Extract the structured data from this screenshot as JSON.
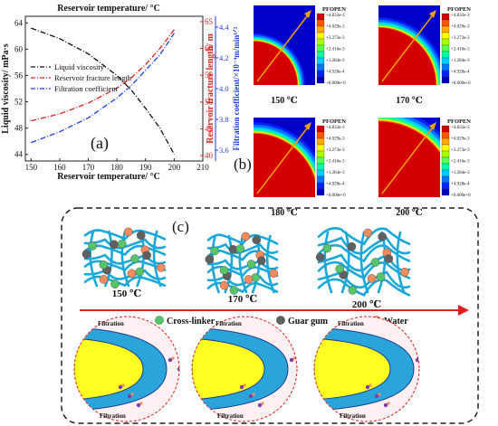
{
  "chart_data": {
    "type": "line",
    "title": "Reservoir temperature/ °C",
    "xlabel": "Reservoir temperature/ °C",
    "ylabel_left": "Liquid viscosity/ mPa·s",
    "ylabel_right1": "Reservoir fracture length/ m",
    "ylabel_right2": "Filtration coefficient/×10⁻⁴m/min¹ᐟ²",
    "x_ticks": [
      "150",
      "160",
      "170",
      "180",
      "190",
      "200",
      "210"
    ],
    "y_left_ticks": [
      "44",
      "48",
      "52",
      "56",
      "60",
      "64"
    ],
    "y_right1_ticks": [
      "40",
      "45",
      "50",
      "55",
      "60",
      "65"
    ],
    "y_right2_ticks": [
      "3.6",
      "3.8",
      "4.0",
      "4.2",
      "4.4"
    ],
    "xlim": [
      148,
      210
    ],
    "ylim_left": [
      43,
      65
    ],
    "ylim_right1": [
      39,
      66
    ],
    "ylim_right2": [
      3.53,
      4.47
    ],
    "panel_label": "(a)",
    "series": [
      {
        "name": "Liquid viscosity",
        "axis": "left",
        "color": "#111111",
        "x": [
          150,
          160,
          170,
          180,
          185,
          190,
          195,
          200
        ],
        "y": [
          63.2,
          61.6,
          59.3,
          56.0,
          53.8,
          51.0,
          48.0,
          44.0
        ]
      },
      {
        "name": "Reservoir fracture length",
        "axis": "right1",
        "color": "#e02020",
        "x": [
          150,
          160,
          170,
          180,
          185,
          190,
          195,
          200
        ],
        "y": [
          46.5,
          47.8,
          49.8,
          52.6,
          54.5,
          57.0,
          60.0,
          63.5
        ]
      },
      {
        "name": "Filtration coefficient",
        "axis": "right2",
        "color": "#1f3fd8",
        "x": [
          150,
          160,
          170,
          180,
          185,
          190,
          195,
          200
        ],
        "y": [
          3.65,
          3.72,
          3.81,
          3.94,
          4.02,
          4.12,
          4.22,
          4.36
        ]
      }
    ]
  },
  "contours": {
    "panel_label": "(b)",
    "legend_title": "PFOPEN",
    "legend_values": [
      "+4.832e-3",
      "+4.029e-3",
      "+3.273e-3",
      "+2.416e-3",
      "+1.284e-3",
      "+4.928e-4",
      "+0.000e+0"
    ],
    "legend_colors": [
      "#d40000",
      "#ff5500",
      "#ffaa00",
      "#ffff00",
      "#aaff00",
      "#55ff55",
      "#00ffaa",
      "#00ccff",
      "#0077ff",
      "#0022ff",
      "#0000bb"
    ],
    "panels": [
      {
        "label": "150 ℃",
        "radius": 0.55
      },
      {
        "label": "170 ℃",
        "radius": 0.72
      },
      {
        "label": "180 ℃",
        "radius": 0.8
      },
      {
        "label": "200 ℃",
        "radius": 0.95
      }
    ]
  },
  "schematic": {
    "panel_label": "(c)",
    "temperatures": [
      "150 ℃",
      "170 ℃",
      "200 ℃"
    ],
    "legend": [
      {
        "name": "Cross-linker",
        "color": "#55c46a"
      },
      {
        "name": "Guar gum",
        "color": "#606060"
      },
      {
        "name": "Water",
        "color": "#f28c5e"
      }
    ],
    "filtration_label": "Filtration"
  }
}
